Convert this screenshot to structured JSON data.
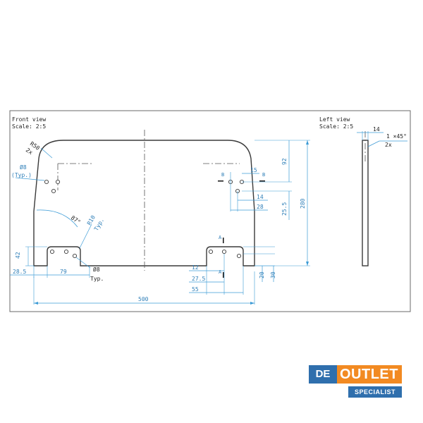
{
  "front_view": {
    "title": "Front view",
    "scale": "Scale:  2:5"
  },
  "left_view": {
    "title": "Left view",
    "scale": "Scale:  2:5"
  },
  "annotations": {
    "r50": "R50",
    "two_x": "2x",
    "dia8_top": "Ø8",
    "typ_paren": "(Typ.)",
    "angle": "87°",
    "r10": "R10",
    "typ_r10": "Typ.",
    "dia8_bottom": "Ø8",
    "typ_bottom": "Typ.",
    "section_a_top": "A",
    "section_a_bottom": "A",
    "section_b_left": "B",
    "section_b_right": "B",
    "chamfer": "1 ×45°",
    "chamfer_2x": "2x"
  },
  "dimensions": {
    "d92": "92",
    "d15": "15",
    "d14": "14",
    "d28": "28",
    "d25_5": "25.5",
    "d280": "280",
    "d42": "42",
    "d28_5": "28.5",
    "d79": "79",
    "d12": "12",
    "d27_5": "27.5",
    "d55": "55",
    "d20": "20",
    "d30": "30",
    "d500": "500",
    "d14_thickness": "14"
  },
  "logo": {
    "de": "DE",
    "outlet": "OUTLET",
    "specialist": "SPECIALIST"
  }
}
